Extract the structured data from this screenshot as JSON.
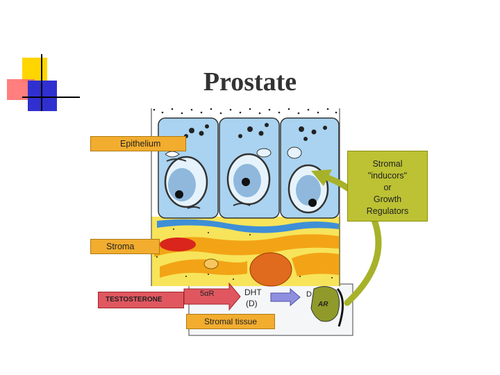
{
  "slide": {
    "title": "Prostate"
  },
  "labels": {
    "epithelium": "Epithelium",
    "stroma": "Stroma",
    "testosterone": "TESTOSTERONE",
    "stromal_tissue": "Stromal tissue",
    "enzyme": "5αR",
    "dht_line1": "DHT",
    "dht_line2": "(D)",
    "d_marker": "D",
    "ar_marker": "AR"
  },
  "inducers": {
    "lines": [
      "Stromal",
      "\"inducors\"",
      "or",
      "Growth",
      "Regulators"
    ]
  },
  "colors": {
    "cell_blue": "#a9d3f0",
    "stroma_yellow": "#f7e45a",
    "stroma_orange": "#f2a416",
    "label_orange": "#f2ad2f",
    "testosterone_red": "#e05760",
    "inducer_green": "#bcc233"
  },
  "icons": {
    "corner_decoration": "colored-squares-cross",
    "arrow_curved": "green-curved-arrow"
  }
}
